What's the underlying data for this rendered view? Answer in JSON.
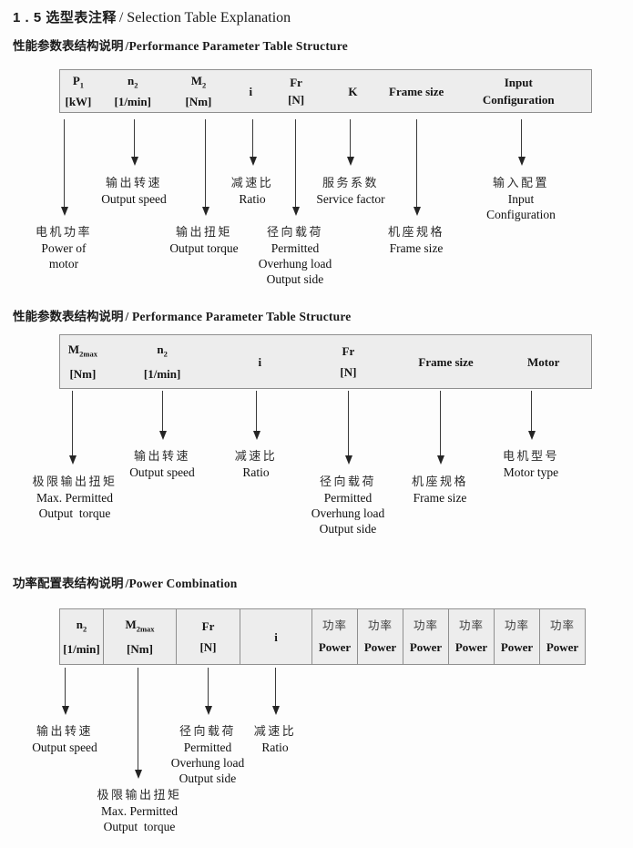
{
  "title": {
    "zh": "1 . 5 选型表注释",
    "en": "/ Selection Table Explanation"
  },
  "sections": [
    {
      "heading_zh": "性能参数表结构说明",
      "heading_en": "/Performance Parameter Table Structure",
      "columns": [
        {
          "m": "P",
          "sub": "1",
          "u": "[kW]"
        },
        {
          "m": "n",
          "sub": "2",
          "u": "[1/min]"
        },
        {
          "m": "M",
          "sub": "2",
          "u": "[Nm]"
        },
        {
          "m": "i"
        },
        {
          "m": "Fr",
          "u": "[N]"
        },
        {
          "m": "K"
        },
        {
          "m": "Frame size"
        },
        {
          "m": "Input",
          "u": "Configuration"
        }
      ],
      "labels": [
        {
          "zh": "电机功率",
          "en": [
            "Power of",
            "motor"
          ]
        },
        {
          "zh": "输出转速",
          "en": [
            "Output speed"
          ]
        },
        {
          "zh": "输出扭矩",
          "en": [
            "Output torque"
          ]
        },
        {
          "zh": "减速比",
          "en": [
            "Ratio"
          ]
        },
        {
          "zh": "径向载荷",
          "en": [
            "Permitted",
            "Overhung load",
            "Output side"
          ]
        },
        {
          "zh": "服务系数",
          "en": [
            "Service factor"
          ]
        },
        {
          "zh": "机座规格",
          "en": [
            "Frame size"
          ]
        },
        {
          "zh": "输入配置",
          "en": [
            "Input",
            "Configuration"
          ]
        }
      ]
    },
    {
      "heading_zh": "性能参数表结构说明",
      "heading_en": "/ Performance Parameter Table Structure",
      "columns": [
        {
          "m": "M",
          "sub": "2max",
          "u": "[Nm]"
        },
        {
          "m": "n",
          "sub": "2",
          "u": "[1/min]"
        },
        {
          "m": "i"
        },
        {
          "m": "Fr",
          "u": "[N]"
        },
        {
          "m": "Frame size"
        },
        {
          "m": "Motor"
        }
      ],
      "labels": [
        {
          "zh": "极限输出扭矩",
          "en": [
            "Max. Permitted",
            "Output  torque"
          ]
        },
        {
          "zh": "输出转速",
          "en": [
            "Output speed"
          ]
        },
        {
          "zh": "减速比",
          "en": [
            "Ratio"
          ]
        },
        {
          "zh": "径向载荷",
          "en": [
            "Permitted",
            "Overhung load",
            "Output side"
          ]
        },
        {
          "zh": "机座规格",
          "en": [
            "Frame size"
          ]
        },
        {
          "zh": "电机型号",
          "en": [
            "Motor type"
          ]
        }
      ]
    },
    {
      "heading_zh": "功率配置表结构说明",
      "heading_en": "/Power Combination",
      "columns": [
        {
          "m": "n",
          "sub": "2",
          "u": "[1/min]"
        },
        {
          "m": "M",
          "sub": "2max",
          "u": "[Nm]"
        },
        {
          "m": "Fr",
          "u": "[N]"
        },
        {
          "m": "i"
        }
      ],
      "power_cell": {
        "zh": "功率",
        "en": "Power"
      },
      "labels": [
        {
          "zh": "输出转速",
          "en": [
            "Output speed"
          ]
        },
        {
          "zh": "极限输出扭矩",
          "en": [
            "Max. Permitted",
            "Output  torque"
          ]
        },
        {
          "zh": "径向载荷",
          "en": [
            "Permitted",
            "Overhung load",
            "Output side"
          ]
        },
        {
          "zh": "减速比",
          "en": [
            "Ratio"
          ]
        }
      ]
    }
  ]
}
